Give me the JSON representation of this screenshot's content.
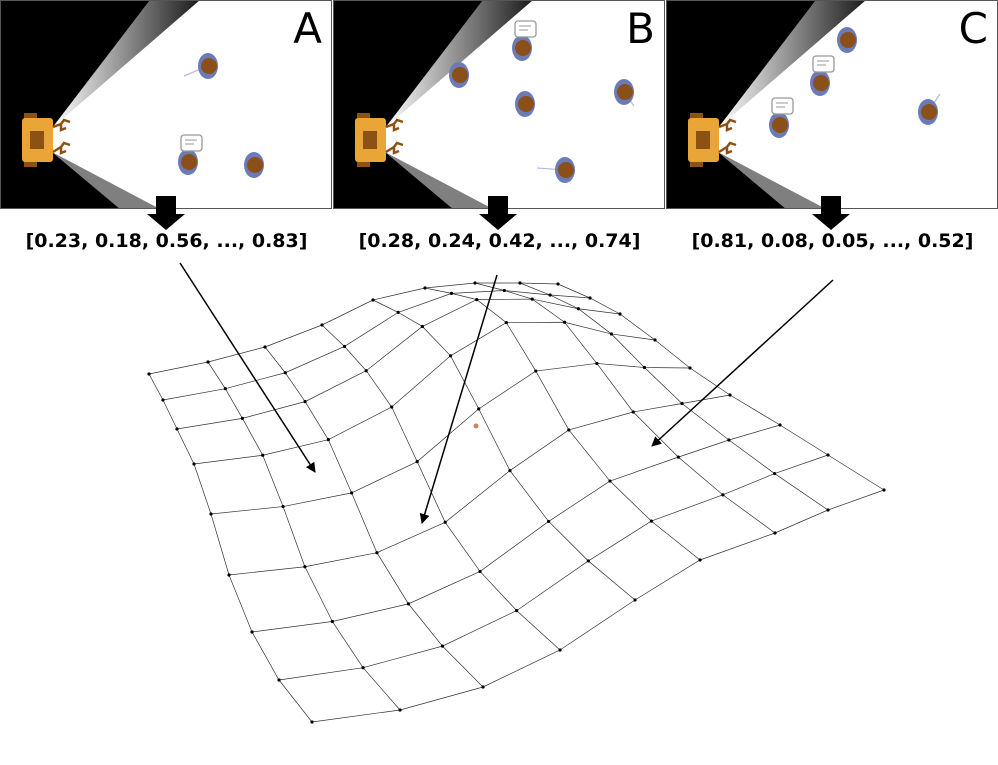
{
  "panels": [
    {
      "label": "A",
      "vector": "[0.23, 0.18, 0.56, ..., 0.83]"
    },
    {
      "label": "B",
      "vector": "[0.28, 0.24, 0.42, ..., 0.74]"
    },
    {
      "label": "C",
      "vector": "[0.81, 0.08, 0.05, ..., 0.52]"
    }
  ],
  "colors": {
    "robot": "#e9a535",
    "robot_dark": "#8b5214",
    "human_body": "#6a7bb8",
    "human_head": "#8b4f1a",
    "mesh": "#333333",
    "marker": "#c8875a"
  }
}
